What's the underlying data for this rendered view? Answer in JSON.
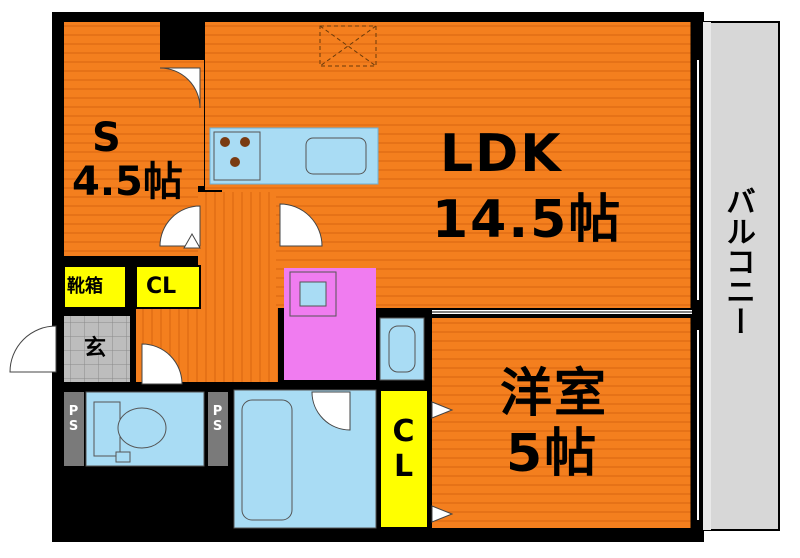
{
  "floorplan": {
    "rooms": {
      "s": {
        "name": "S",
        "size": "4.5帖"
      },
      "ldk": {
        "name": "LDK",
        "size": "14.5帖"
      },
      "western": {
        "name": "洋室",
        "size": "5帖"
      }
    },
    "closets": {
      "shoe_box": "靴箱",
      "cl_top": "CL",
      "cl_right": "CL"
    },
    "entrance": "玄",
    "ps_left": "PS",
    "ps_right": "PS",
    "balcony": "バルコニー"
  },
  "colors": {
    "floor_orange": "#f47f1e",
    "stripe": "#d86410",
    "wall": "#000000",
    "wet_blue": "#a9dcf4",
    "washroom_pink": "#f07cf0",
    "closet_yellow": "#ffff00",
    "balcony_gray": "#d7d7d7",
    "entrance_gray": "#b9b9b9"
  }
}
